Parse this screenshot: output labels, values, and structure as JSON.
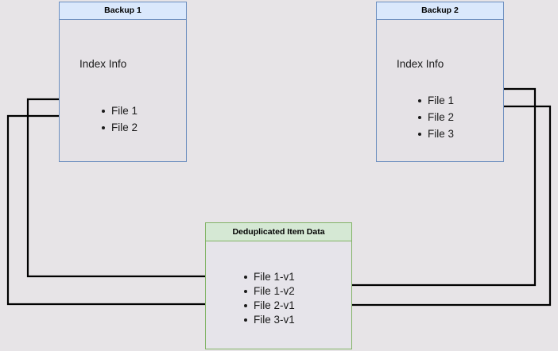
{
  "diagram": {
    "title": "Deduplicated backup index diagram",
    "background_color": "#e7e4e7",
    "edge_color": "#000000"
  },
  "nodes": {
    "backup1": {
      "title": "Backup 1",
      "header_color": "#dae8fc",
      "border_color": "#6c8ebf",
      "body_label": "Index Info",
      "files": [
        "File 1",
        "File 2"
      ]
    },
    "backup2": {
      "title": "Backup 2",
      "header_color": "#dae8fc",
      "border_color": "#6c8ebf",
      "body_label": "Index Info",
      "files": [
        "File 1",
        "File 2",
        "File 3"
      ]
    },
    "dedup": {
      "title": "Deduplicated Item Data",
      "header_color": "#d5e8d4",
      "border_color": "#82b366",
      "files": [
        "File 1-v1",
        "File 1-v2",
        "File 2-v1",
        "File 3-v1"
      ]
    }
  },
  "edges": [
    {
      "name": "backup1-file1-to-file1v1",
      "from": "Backup 1 / File 1",
      "to": "File 1-v1"
    },
    {
      "name": "backup1-file2-to-file2v1",
      "from": "Backup 1 / File 2",
      "to": "File 2-v1"
    },
    {
      "name": "backup2-file1-to-file1v2",
      "from": "Backup 2 / File 1",
      "to": "File 1-v2"
    },
    {
      "name": "backup2-file2-to-file2v1",
      "from": "Backup 2 / File 2",
      "to": "File 2-v1"
    }
  ]
}
